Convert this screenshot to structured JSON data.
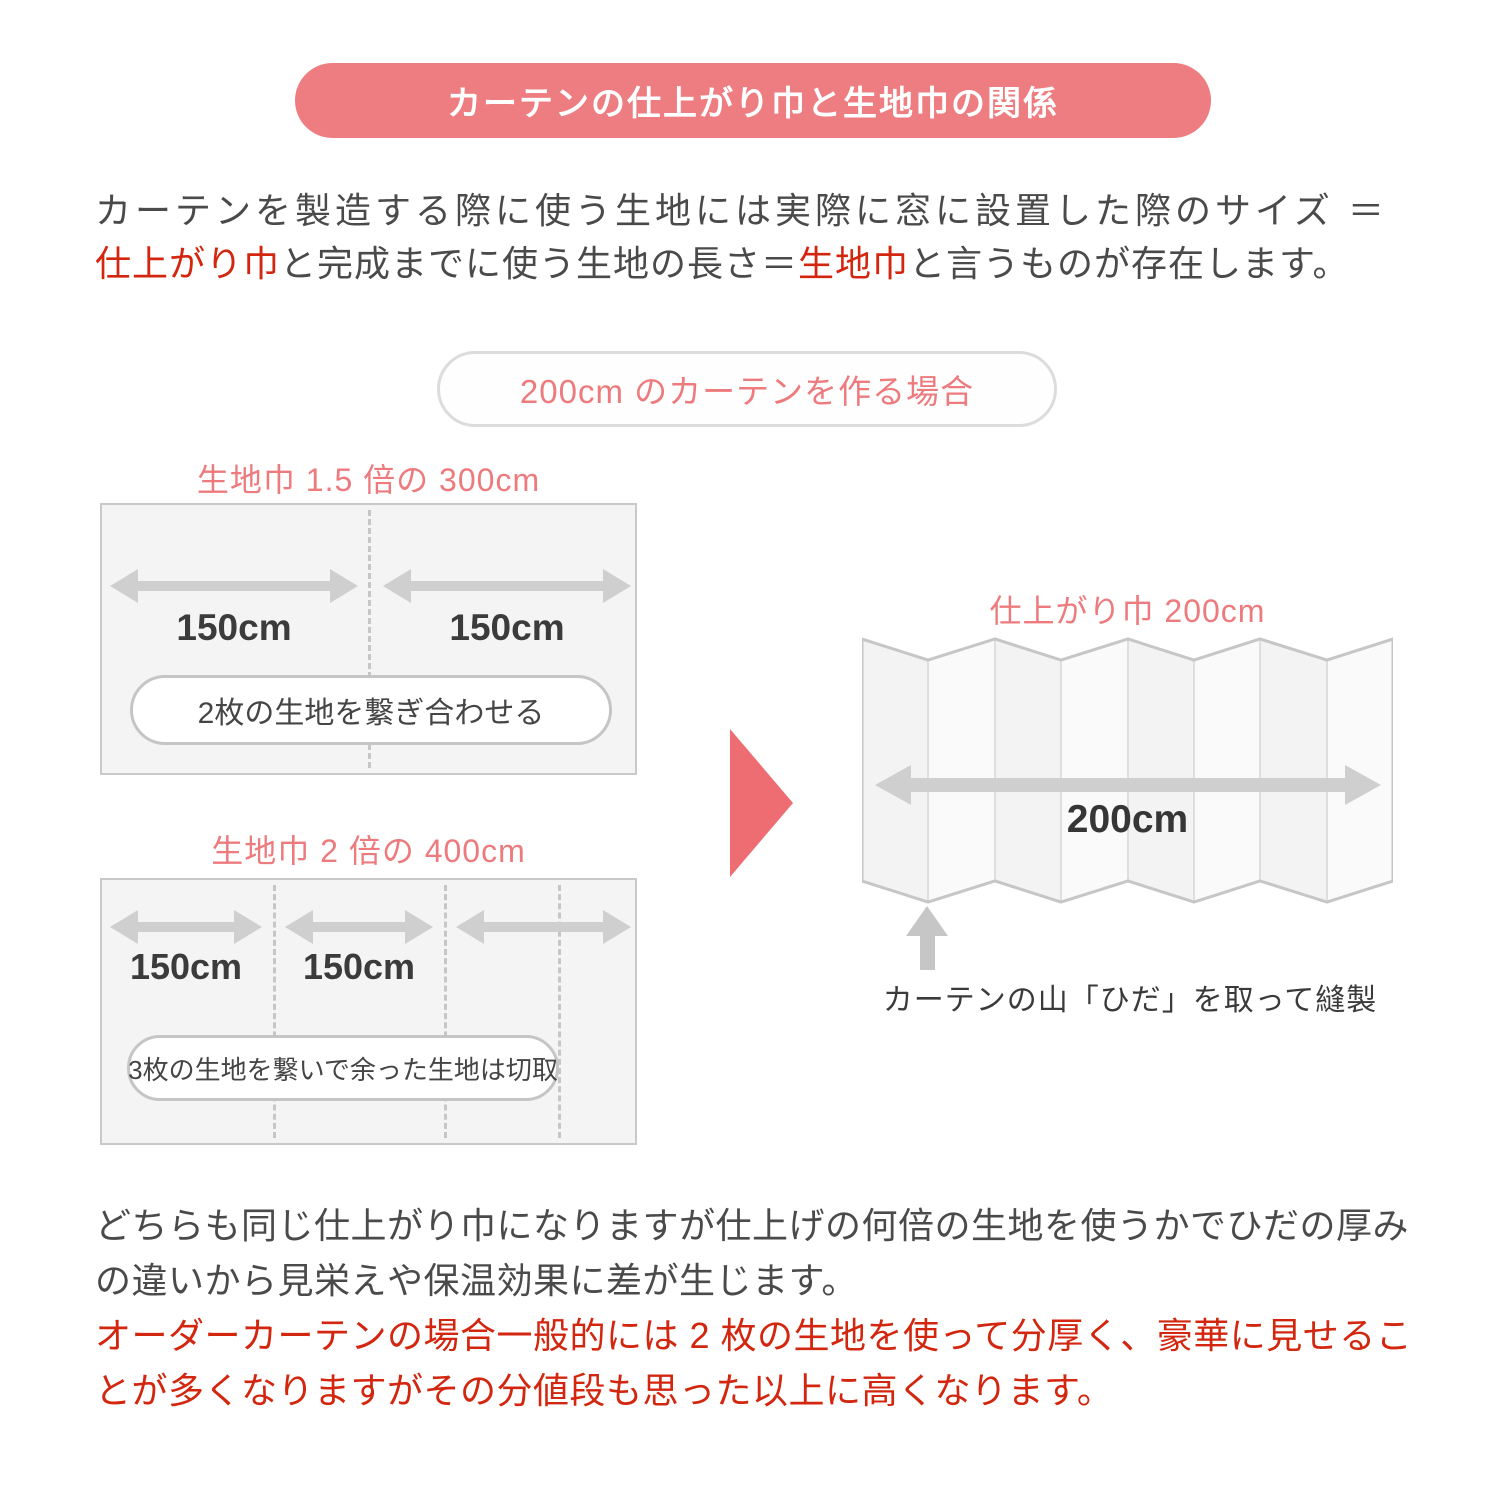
{
  "palette": {
    "banner_pink": "#ed7d80",
    "accent_pink": "#ed7b7e",
    "accent_red": "#d3260f",
    "text_dark": "#4a4a4a",
    "arrow_gray": "#cfcfcf",
    "triangle_pink": "#ed6d72",
    "fabric_fill": "#f4f4f4",
    "fabric_border": "#c9c9c9"
  },
  "banner": {
    "title": "カーテンの仕上がり巾と生地巾の関係"
  },
  "intro": {
    "line1": "カーテンを製造する際に使う生地には実際に窓に設置した際のサイズ ＝",
    "finish_term": "仕上がり巾",
    "between": "と完成までに使う生地の長さ＝",
    "fabric_term": "生地巾",
    "tail": "と言うものが存在します。"
  },
  "case_pill": {
    "label": "200cm のカーテンを作る場合"
  },
  "diagram1": {
    "title": "生地巾 1.5 倍の 300cm",
    "width_left": "150cm",
    "width_right": "150cm",
    "note": "2枚の生地を繋ぎ合わせる"
  },
  "diagram2": {
    "title": "生地巾 2 倍の 400cm",
    "width_left": "150cm",
    "width_mid": "150cm",
    "note": "3枚の生地を繋いで余った生地は切取"
  },
  "result": {
    "title": "仕上がり巾 200cm",
    "width_label": "200cm",
    "caption": "カーテンの山「ひだ」を取って縫製"
  },
  "footer": {
    "black_line1": "どちらも同じ仕上がり巾になりますが仕上げの何倍の生地を使うかでひだの厚み",
    "black_line2": "の違いから見栄えや保温効果に差が生じます。",
    "red_line1": "オーダーカーテンの場合一般的には 2 枚の生地を使って分厚く、豪華に見せるこ",
    "red_line2": "とが多くなりますがその分値段も思った以上に高くなります。"
  }
}
